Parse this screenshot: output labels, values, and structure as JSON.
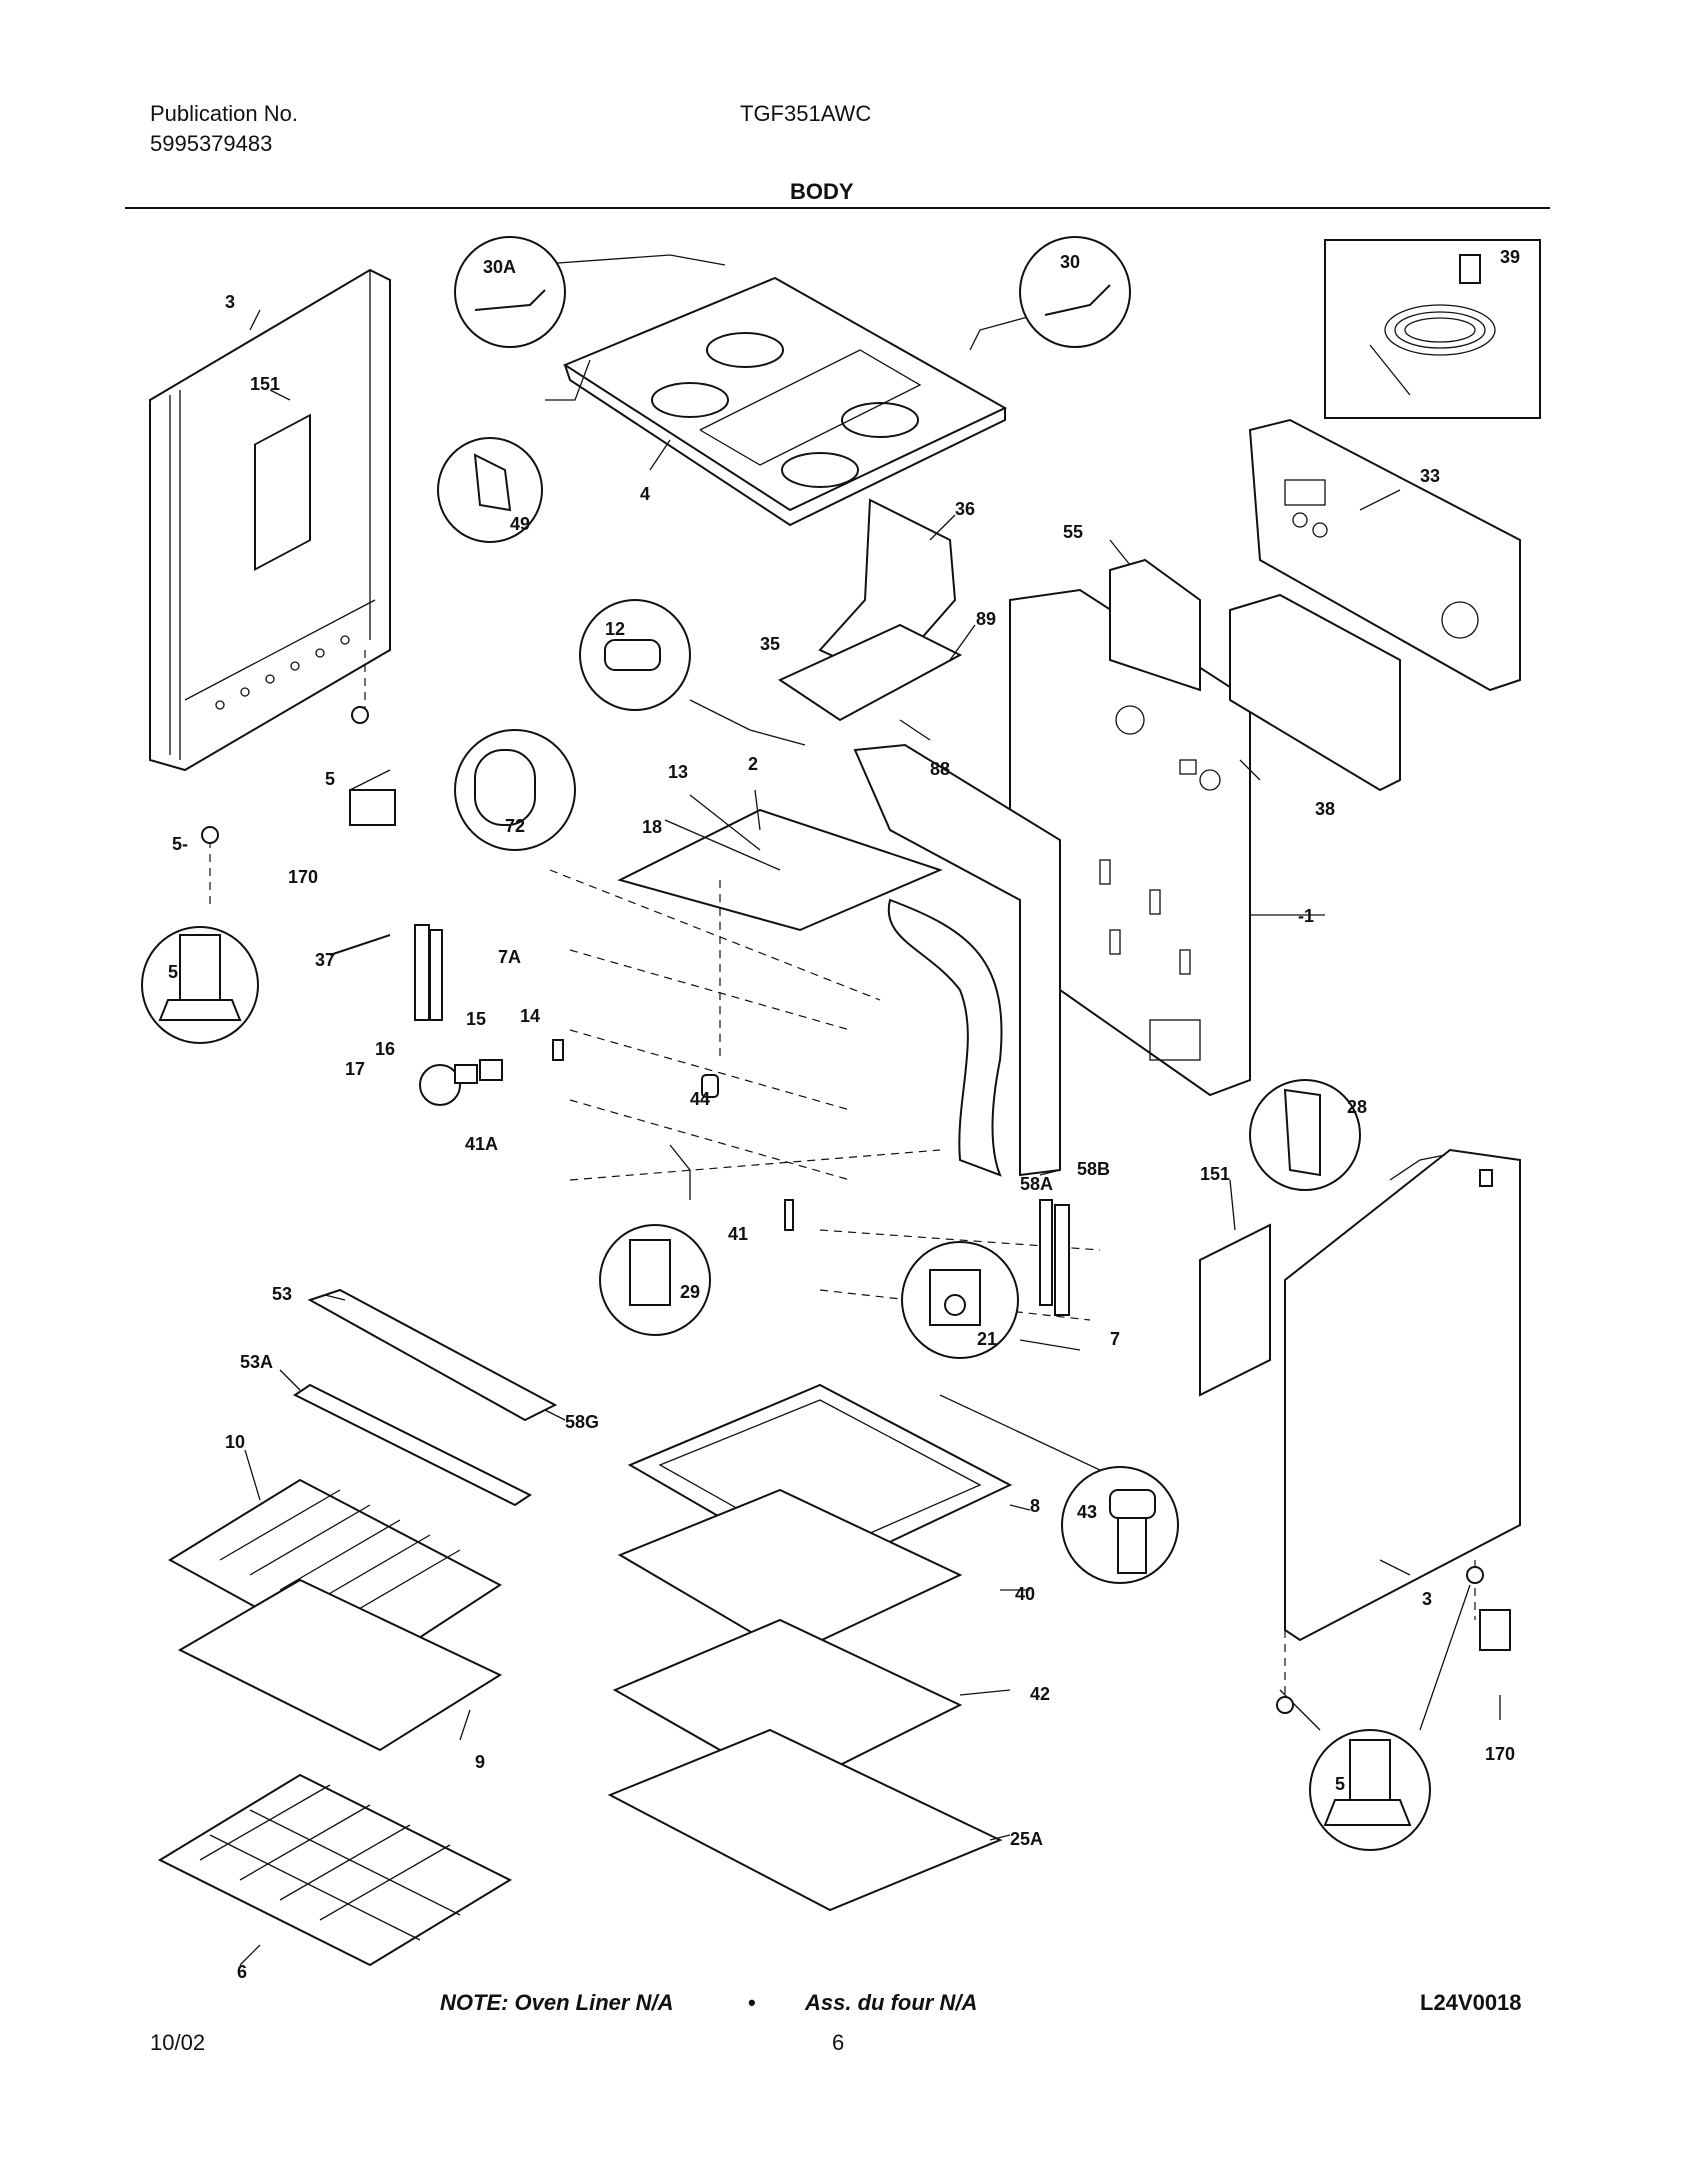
{
  "header": {
    "publication_label": "Publication No.",
    "publication_number": "5995379483",
    "model": "TGF351AWC",
    "section_title": "BODY"
  },
  "parts": {
    "p3_left": "3",
    "p151_left": "151",
    "p30A": "30A",
    "p30": "30",
    "p39": "39",
    "p49": "49",
    "p4": "4",
    "p33": "33",
    "p36": "36",
    "p55": "55",
    "p12": "12",
    "p89": "89",
    "p35": "35",
    "p88": "88",
    "p38": "38",
    "p5_a": "5",
    "p5_b": "5-",
    "p5_circle_left": "5",
    "p72": "72",
    "p13": "13",
    "p2": "2",
    "p18": "18",
    "p170_left": "170",
    "p1": "-1",
    "p7A": "7A",
    "p37": "37",
    "p15": "15",
    "p14": "14",
    "p16": "16",
    "p17": "17",
    "p44": "44",
    "p41A": "41A",
    "p58A": "58A",
    "p58B": "58B",
    "p151_right": "151",
    "p28": "28",
    "p41": "41",
    "p29": "29",
    "p21": "21",
    "p7": "7",
    "p53": "53",
    "p53A": "53A",
    "p58G": "58G",
    "p10": "10",
    "p8": "8",
    "p43": "43",
    "p40": "40",
    "p3_right": "3",
    "p42": "42",
    "p9": "9",
    "p25A": "25A",
    "p5_circle_right": "5",
    "p170_right": "170",
    "p6": "6"
  },
  "footer": {
    "note_en": "NOTE: Oven Liner N/A",
    "bullet": "•",
    "note_fr": "Ass. du four N/A",
    "diagram_code": "L24V0018",
    "date": "10/02",
    "page_number": "6"
  }
}
